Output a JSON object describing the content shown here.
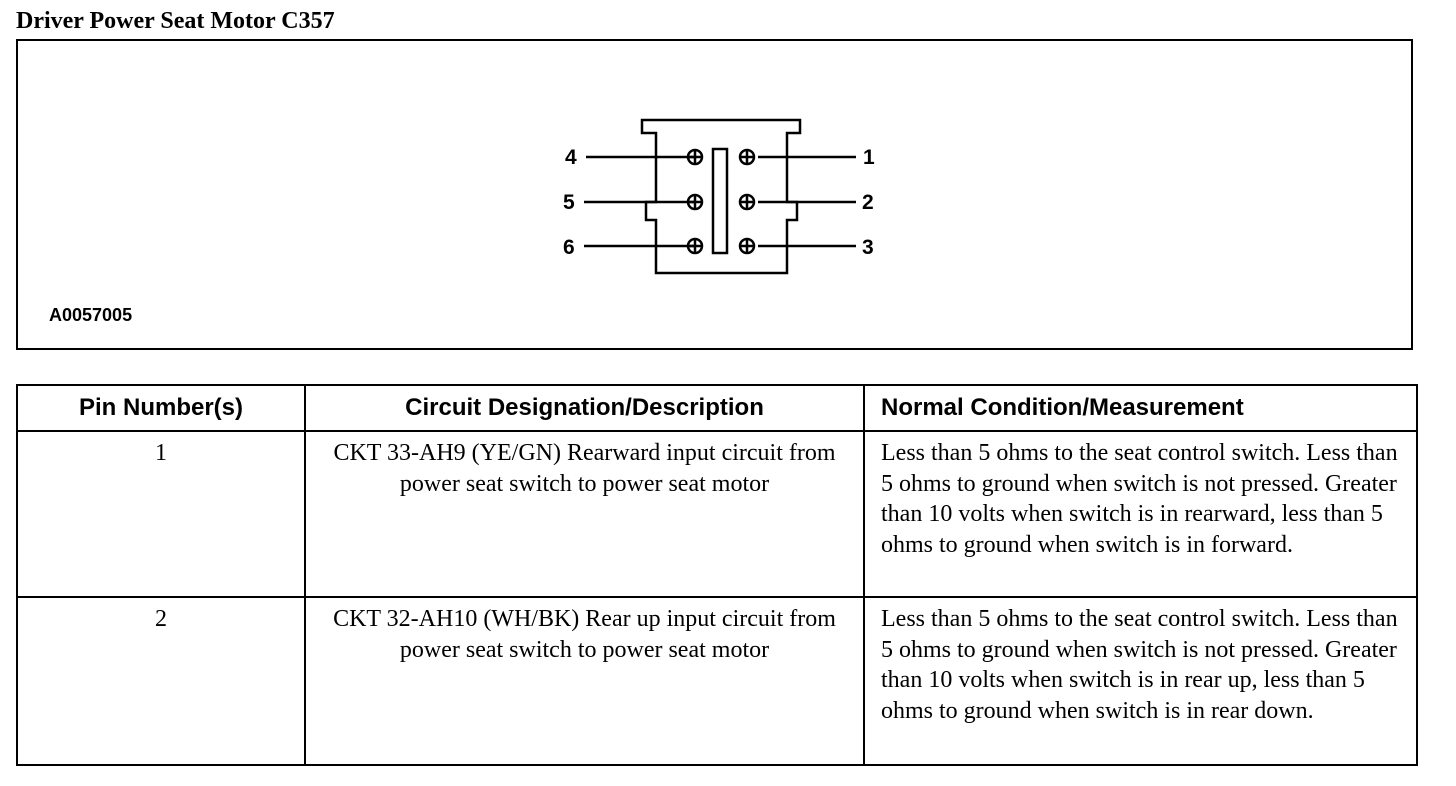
{
  "title": "Driver Power Seat Motor C357",
  "figure": {
    "id": "A0057005",
    "pin_labels": [
      "1",
      "2",
      "3",
      "4",
      "5",
      "6"
    ]
  },
  "table": {
    "headers": [
      "Pin Number(s)",
      "Circuit Designation/Description",
      "Normal Condition/Measurement"
    ],
    "rows": [
      {
        "pin": "1",
        "description": "CKT 33-AH9 (YE/GN) Rearward input circuit from power seat switch to power seat motor",
        "condition": "Less than 5 ohms to the seat control switch. Less than 5 ohms to ground when switch is not pressed. Greater than 10 volts when switch is in rearward, less than 5 ohms to ground when switch is in forward."
      },
      {
        "pin": "2",
        "description": "CKT 32-AH10 (WH/BK) Rear up input circuit from power seat switch to power seat motor",
        "condition": "Less than 5 ohms to the seat control switch. Less than 5 ohms to ground when switch is not pressed. Greater than 10 volts when switch is in rear up, less than 5 ohms to ground when switch is in rear down."
      }
    ]
  }
}
